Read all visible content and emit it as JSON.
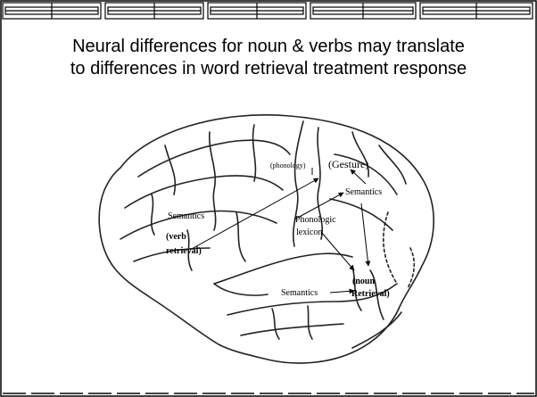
{
  "slide": {
    "title_line1": "Neural differences for noun & verbs may translate",
    "title_line2": "to differences in word retrieval treatment response"
  },
  "diagram": {
    "labels": {
      "phonology": "(phonology)",
      "gesture": "(Gesture)",
      "semantics_right": "Semantics",
      "semantics_left": "Semantics",
      "verb_line1": "(verb",
      "verb_line2": "retrieval)",
      "phonologic_line1": "Phonologic",
      "phonologic_line2": "lexicon",
      "noun_line1": "(noun",
      "noun_line2": "Retrieval)",
      "semantics_bottom": "Semantics"
    }
  },
  "colors": {
    "background": "#ffffff",
    "ink": "#000000"
  }
}
